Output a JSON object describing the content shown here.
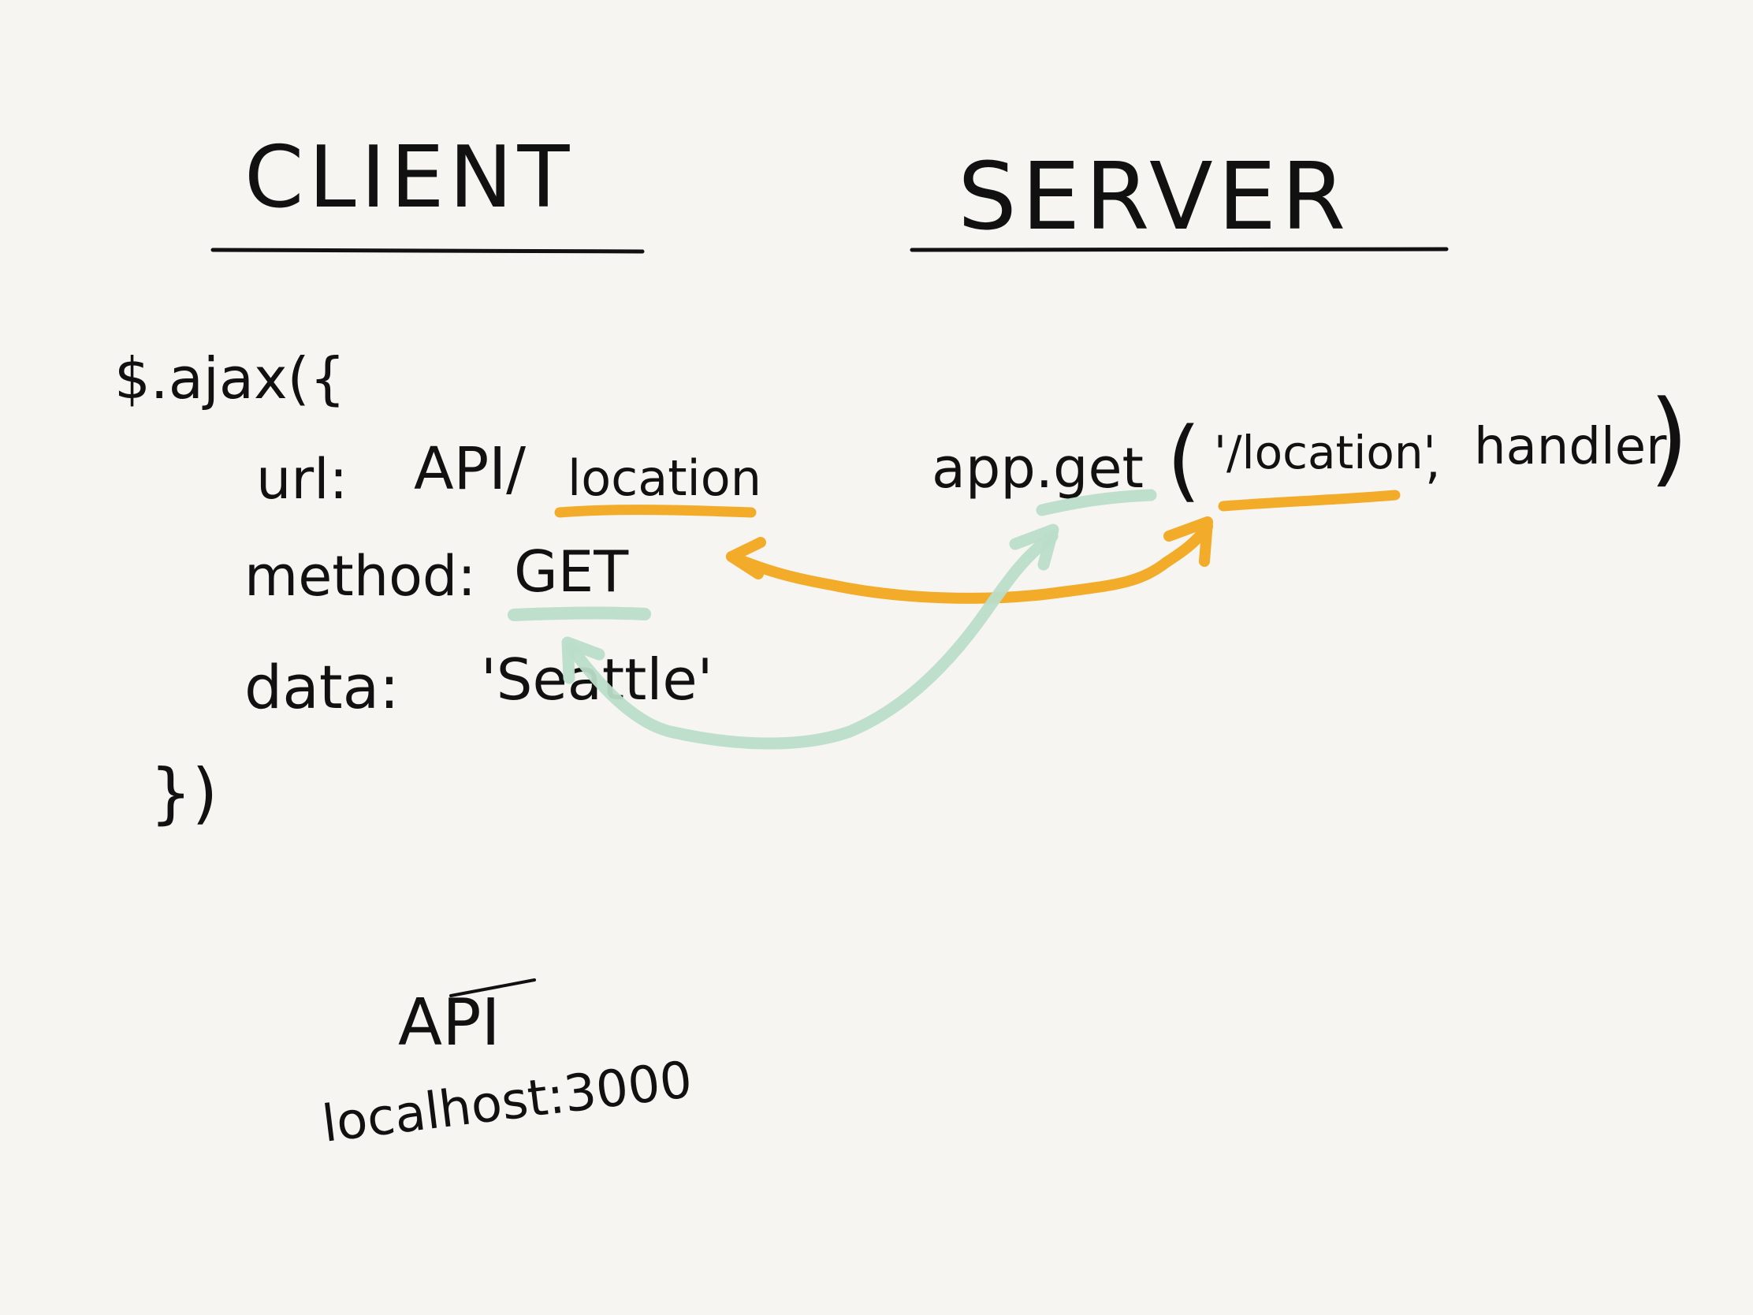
{
  "headings": {
    "client": "CLIENT",
    "server": "SERVER"
  },
  "client_code": {
    "open": "$.ajax({",
    "url_key": "url:",
    "url_base": "API/",
    "url_path": "location",
    "method_key": "method:",
    "method_value": "GET",
    "data_key": "data:",
    "data_value": "'Seattle'",
    "close": "})"
  },
  "server_code": {
    "call": "app.get",
    "open_paren": "(",
    "route": "'/location'",
    "separator": ",",
    "handler": "handler",
    "close_paren": ")"
  },
  "api_note": {
    "title": "API",
    "address": "localhost:3000"
  },
  "colors": {
    "background": "#f6f5f1",
    "ink": "#111111",
    "route_link": "#f2ac29",
    "method_link": "#b9ddc9"
  }
}
